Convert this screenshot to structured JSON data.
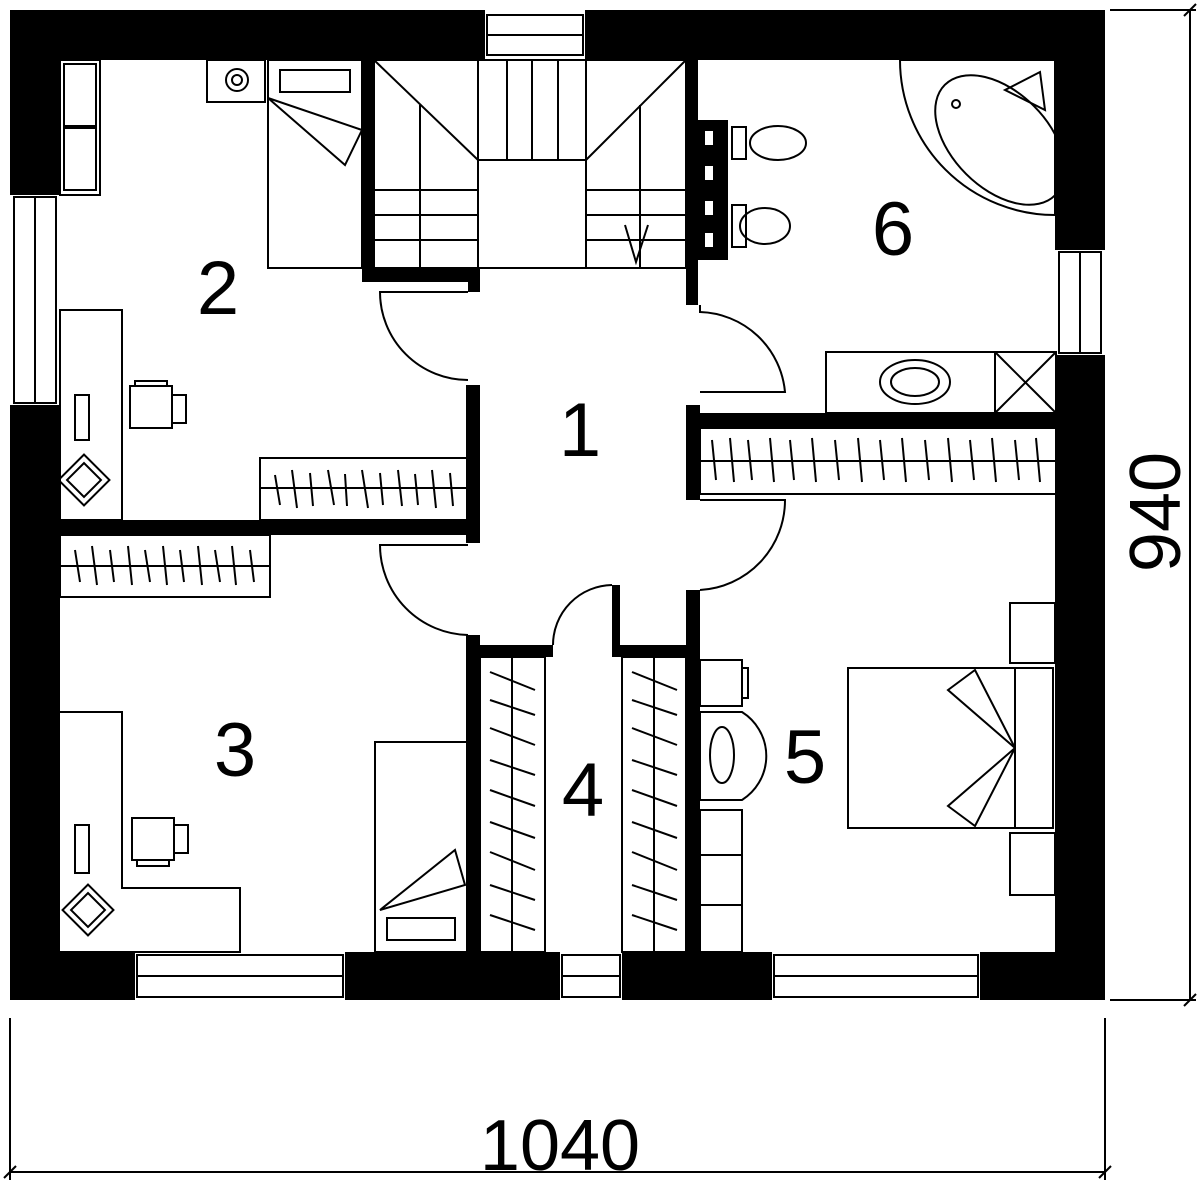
{
  "rooms": [
    {
      "id": "1",
      "label": "1"
    },
    {
      "id": "2",
      "label": "2"
    },
    {
      "id": "3",
      "label": "3"
    },
    {
      "id": "4",
      "label": "4"
    },
    {
      "id": "5",
      "label": "5"
    },
    {
      "id": "6",
      "label": "6"
    }
  ],
  "dimensions": {
    "width": "1040",
    "height": "940"
  },
  "colors": {
    "wall": "#000000",
    "background": "#ffffff"
  }
}
